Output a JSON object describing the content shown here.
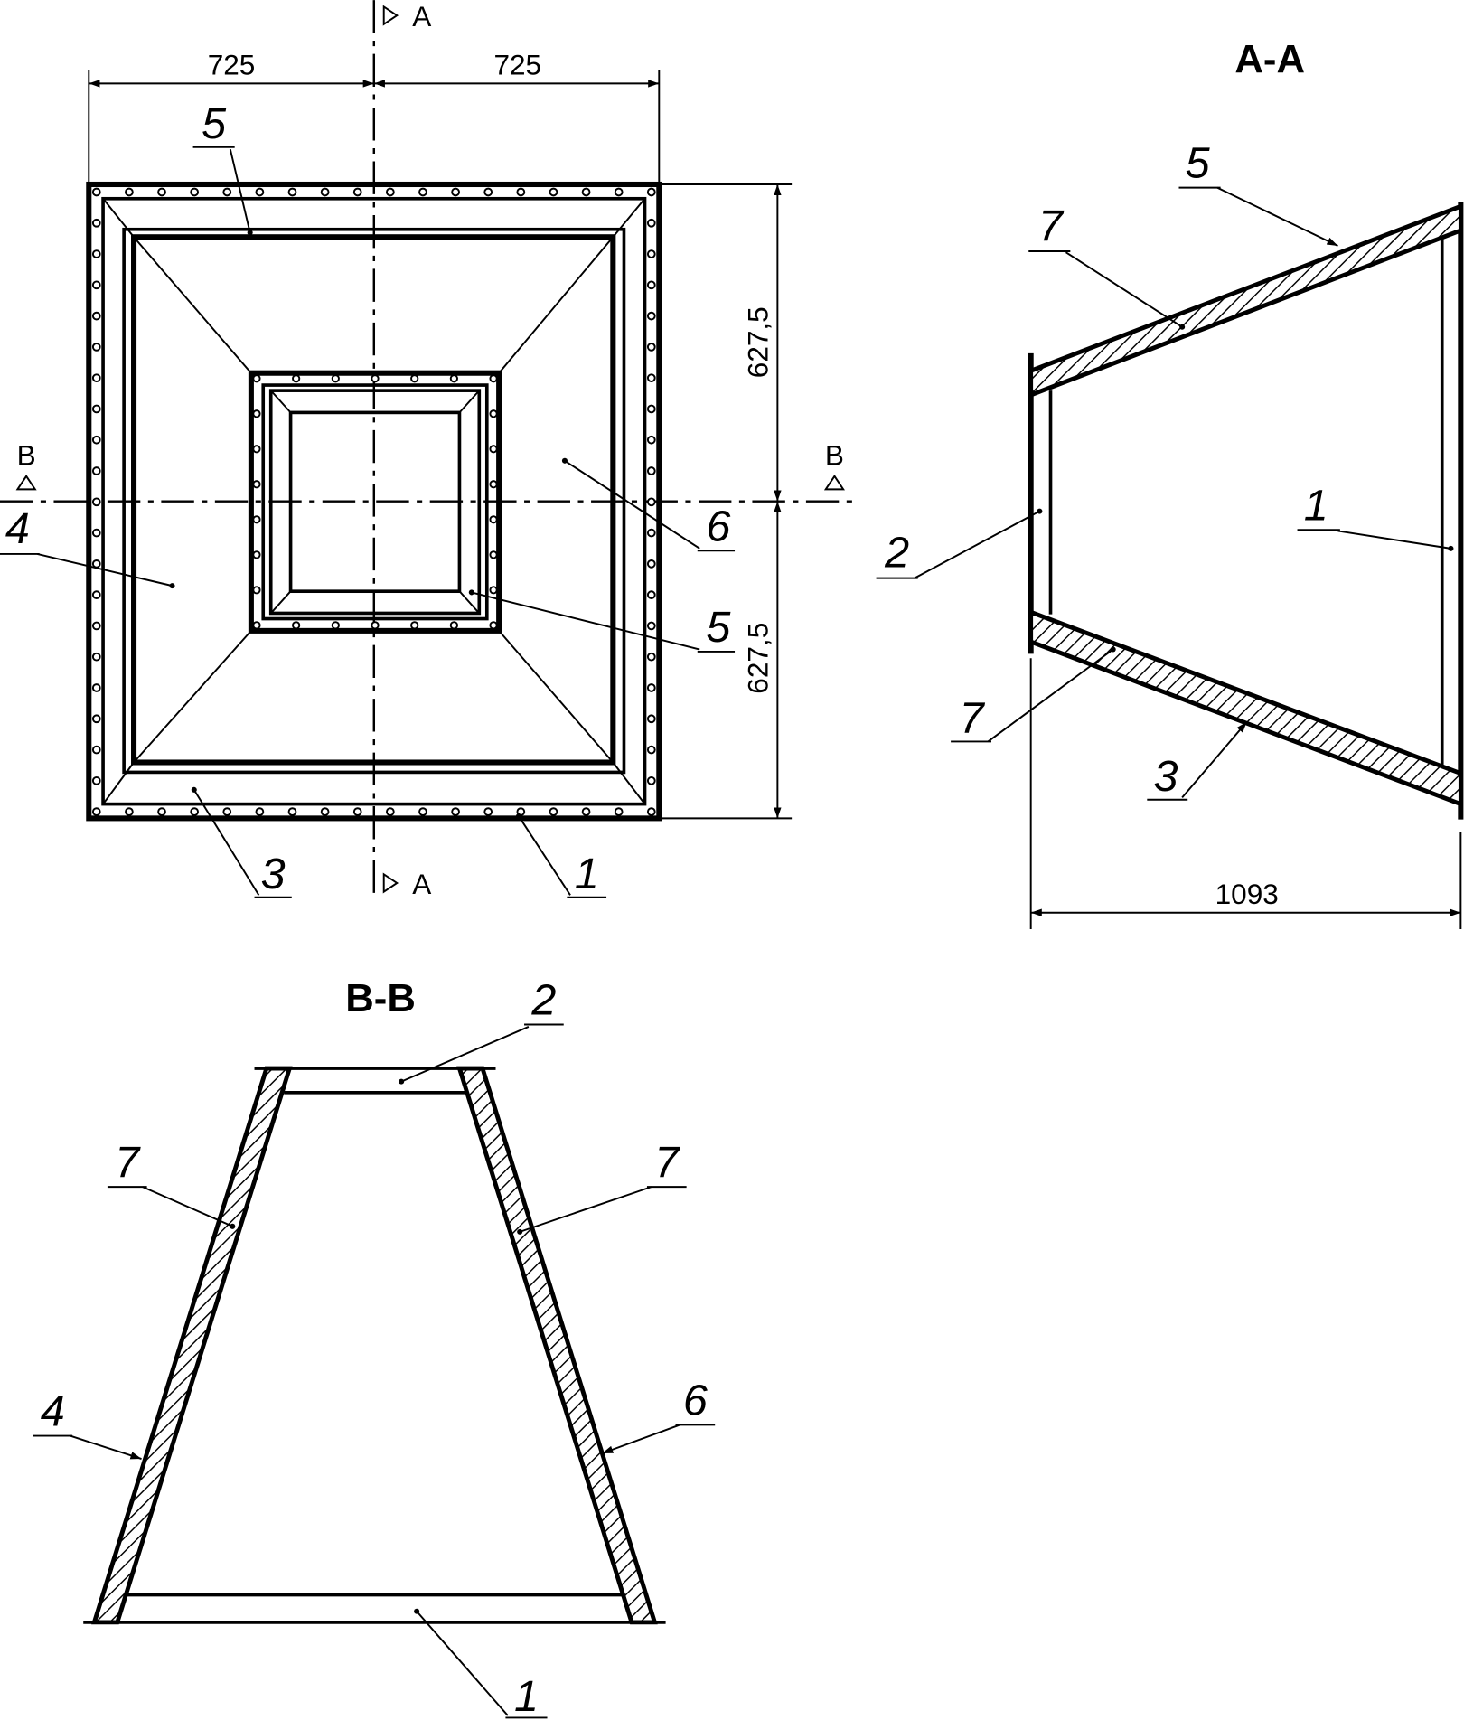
{
  "plan_view": {
    "dim_left": "725",
    "dim_right": "725",
    "dim_upper": "627,5",
    "dim_lower": "627,5",
    "cut_a_top": "A",
    "cut_a_bottom": "A",
    "cut_b_left": "B",
    "cut_b_right": "B",
    "callout_5_top": "5",
    "callout_4": "4",
    "callout_6": "6",
    "callout_5_inner": "5",
    "callout_3": "3",
    "callout_1": "1"
  },
  "section_aa": {
    "title": "A-A",
    "dim_length": "1093",
    "callout_5": "5",
    "callout_7_top": "7",
    "callout_2": "2",
    "callout_1": "1",
    "callout_7_bottom": "7",
    "callout_3": "3"
  },
  "section_bb": {
    "title": "B-B",
    "callout_2": "2",
    "callout_7_left": "7",
    "callout_7_right": "7",
    "callout_4": "4",
    "callout_6": "6",
    "callout_1": "1"
  }
}
